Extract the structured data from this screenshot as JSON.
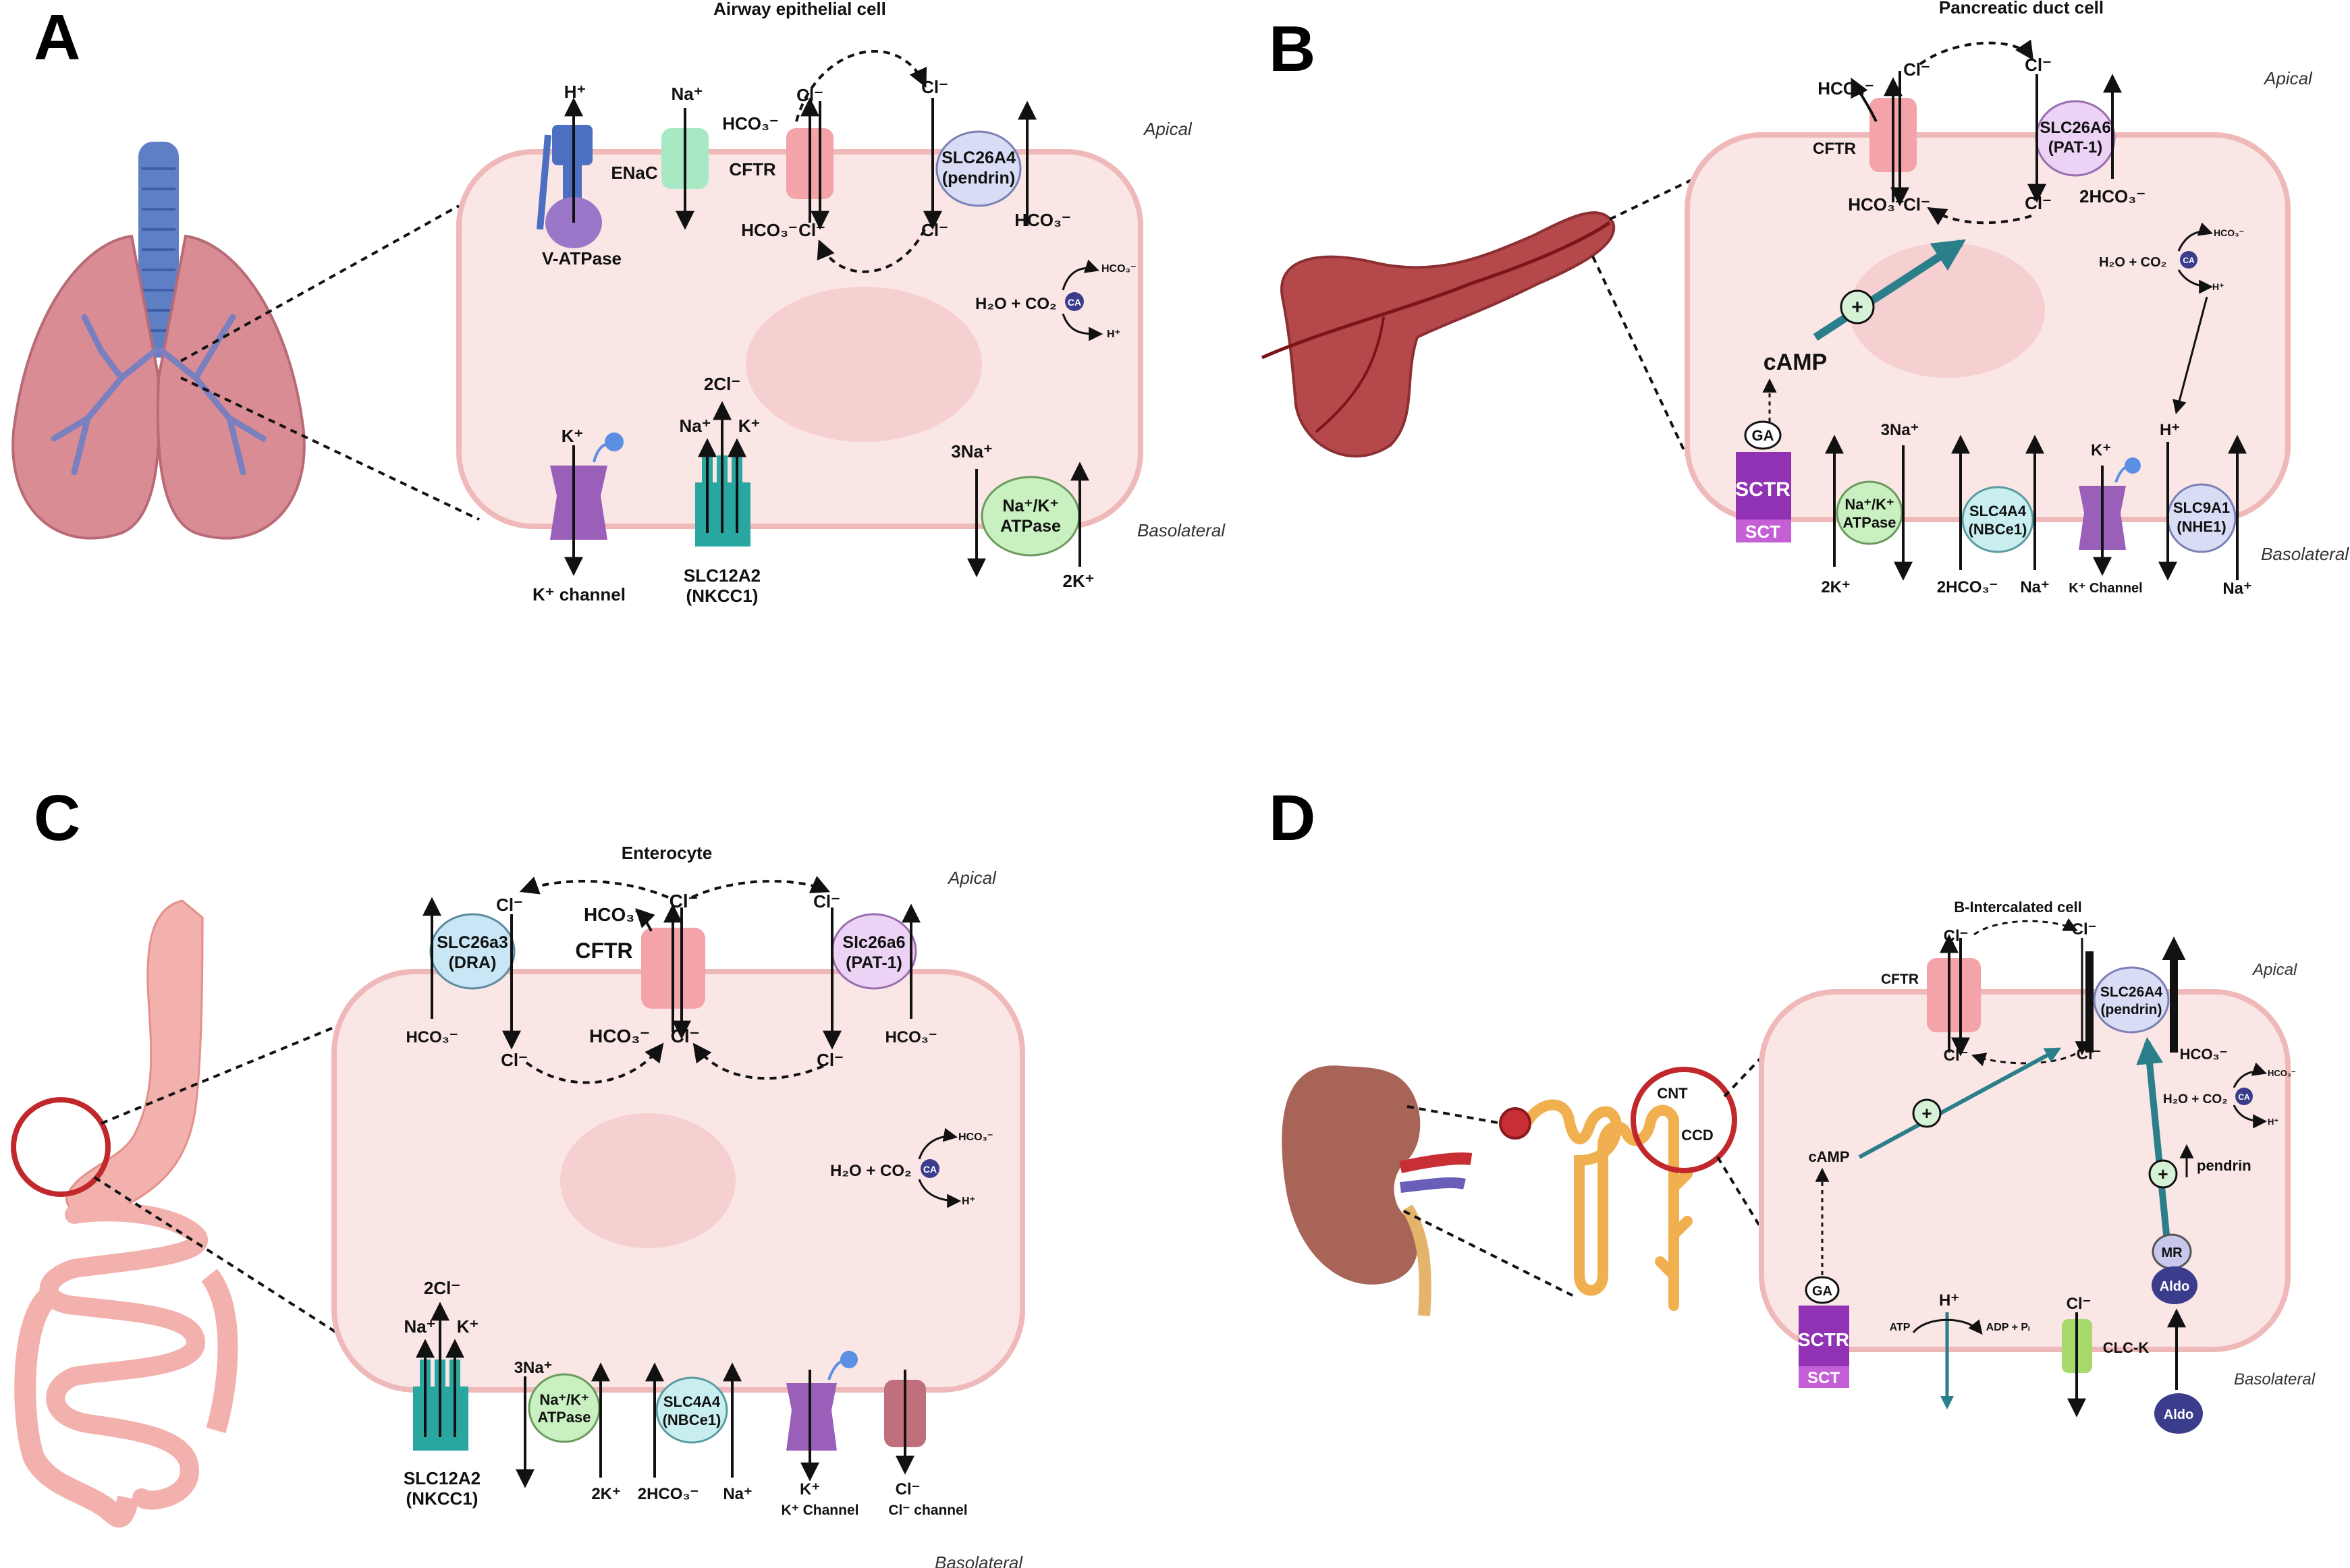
{
  "colors": {
    "cell_fill": "#fbe6e6",
    "cell_stroke": "#efb9b9",
    "nucleus": "#f6cfd0",
    "cftr": "#f4a3a8",
    "enac": "#a7e9c5",
    "slc26a4": "#d8dcf5",
    "atpase": "#c9f0c0",
    "nbce1": "#c8eef0",
    "pat1": "#ecd3f5",
    "dra": "#c8e6f5",
    "nkcc1": "#2aa6a0",
    "kchannel": "#9a5fb8",
    "vatpase": "#4c6fc2",
    "sctr": "#9032b3",
    "ca": "#3b3d8c",
    "teal_arrow": "#2b7f8a",
    "organ_lung": "#d98c94",
    "organ_pancreas": "#b5484b",
    "organ_intestine": "#f2b1ad",
    "organ_kidney": "#a86457"
  },
  "panelA": {
    "letter": "A",
    "title": "Airway epithelial cell",
    "apical": "Apical",
    "basolateral": "Basolateral",
    "h_plus": "H⁺",
    "vatpase": "V-ATPase",
    "na_plus": "Na⁺",
    "enac": "ENaC",
    "cftr": "CFTR",
    "hco3_top": "HCO₃⁻",
    "cl_top": "Cl⁻",
    "hco3_bottom": "HCO₃⁻",
    "cl_bottom": "Cl⁻",
    "pendrin_cl_top": "Cl⁻",
    "pendrin_cl_bottom": "Cl⁻",
    "pendrin_line1": "SLC26A4",
    "pendrin_line2": "(pendrin)",
    "pendrin_hco3": "HCO₃⁻",
    "ca_reaction": "H₂O + CO₂",
    "ca_label": "CA",
    "ca_hco3": "HCO₃⁻",
    "ca_h": "H⁺",
    "k_plus": "K⁺",
    "kchannel": "K⁺ channel",
    "two_cl": "2Cl⁻",
    "nkcc_na": "Na⁺",
    "nkcc_k": "K⁺",
    "nkcc_line1": "SLC12A2",
    "nkcc_line2": "(NKCC1)",
    "three_na": "3Na⁺",
    "atpase_line1": "Na⁺/K⁺",
    "atpase_line2": "ATPase",
    "two_k": "2K⁺"
  },
  "panelB": {
    "letter": "B",
    "title": "Pancreatic duct cell",
    "apical": "Apical",
    "basolateral": "Basolateral",
    "hco3_top": "HCO₃⁻",
    "cl_top": "Cl⁻",
    "cftr": "CFTR",
    "hco3_bottom": "HCO₃⁻",
    "cl_bottom": "Cl⁻",
    "pat_cl_top": "Cl⁻",
    "pat_cl_bottom": "Cl⁻",
    "pat_line1": "SLC26A6",
    "pat_line2": "(PAT-1)",
    "pat_hco3": "2HCO₃⁻",
    "plus": "+",
    "camp": "cAMP",
    "ga": "GA",
    "sctr": "SCTR",
    "sct": "SCT",
    "ca_reaction": "H₂O + CO₂",
    "ca_label": "CA",
    "ca_hco3": "HCO₃⁻",
    "ca_h": "H⁺",
    "h_plus": "H⁺",
    "three_na": "3Na⁺",
    "two_k": "2K⁺",
    "atpase_line1": "Na⁺/K⁺",
    "atpase_line2": "ATPase",
    "nbc_line1": "SLC4A4",
    "nbc_line2": "(NBCe1)",
    "nbc_hco3": "2HCO₃⁻",
    "nbc_na": "Na⁺",
    "k_plus": "K⁺",
    "kchannel": "K⁺ Channel",
    "nhe_line1": "SLC9A1",
    "nhe_line2": "(NHE1)",
    "nhe_na": "Na⁺"
  },
  "panelC": {
    "letter": "C",
    "title": "Enterocyte",
    "apical": "Apical",
    "basolateral": "Basolateral",
    "dra_cl": "Cl⁻",
    "dra_line1": "SLC26a3",
    "dra_line2": "(DRA)",
    "dra_hco3": "HCO₃⁻",
    "dra_cl_bottom": "Cl⁻",
    "hco3_top": "HCO₃⁻",
    "cl_top": "Cl⁻",
    "cftr": "CFTR",
    "hco3_bottom": "HCO₃⁻",
    "cl_bottom": "Cl⁻",
    "pat_cl": "Cl⁻",
    "pat_line1": "Slc26a6",
    "pat_line2": "(PAT-1)",
    "pat_hco3": "HCO₃⁻",
    "pat_cl_bottom": "Cl⁻",
    "ca_reaction": "H₂O + CO₂",
    "ca_label": "CA",
    "ca_hco3": "HCO₃⁻",
    "ca_h": "H⁺",
    "two_cl": "2Cl⁻",
    "nkcc_na": "Na⁺",
    "nkcc_k": "K⁺",
    "nkcc_line1": "SLC12A2",
    "nkcc_line2": "(NKCC1)",
    "three_na": "3Na⁺",
    "atpase_line1": "Na⁺/K⁺",
    "atpase_line2": "ATPase",
    "two_k": "2K⁺",
    "nbc_line1": "SLC4A4",
    "nbc_line2": "(NBCe1)",
    "nbc_hco3": "2HCO₃⁻",
    "nbc_na": "Na⁺",
    "k_plus": "K⁺",
    "kchannel": "K⁺ Channel",
    "clc_cl": "Cl⁻",
    "clchannel": "Cl⁻ channel"
  },
  "panelD": {
    "letter": "D",
    "title": "B-Intercalated cell",
    "apical": "Apical",
    "basolateral": "Basolateral",
    "cnt": "CNT",
    "ccd": "CCD",
    "cftr": "CFTR",
    "cftr_cl_top": "Cl⁻",
    "cftr_cl_bottom": "Cl⁻",
    "pendrin_cl_top": "Cl⁻",
    "pendrin_cl_bottom": "Cl⁻",
    "pendrin_line1": "SLC26A4",
    "pendrin_line2": "(pendrin)",
    "pendrin_hco3": "HCO₃⁻",
    "plus": "+",
    "camp": "cAMP",
    "ca_reaction": "H₂O + CO₂",
    "ca_label": "CA",
    "ca_hco3": "HCO₃⁻",
    "ca_h": "H⁺",
    "pendrin_up": "pendrin",
    "mr": "MR",
    "aldo": "Aldo",
    "ga": "GA",
    "sctr": "SCTR",
    "sct": "SCT",
    "atp": "ATP",
    "h_plus": "H⁺",
    "adp": "ADP + Pᵢ",
    "clck_cl": "Cl⁻",
    "clck": "CLC-K"
  }
}
